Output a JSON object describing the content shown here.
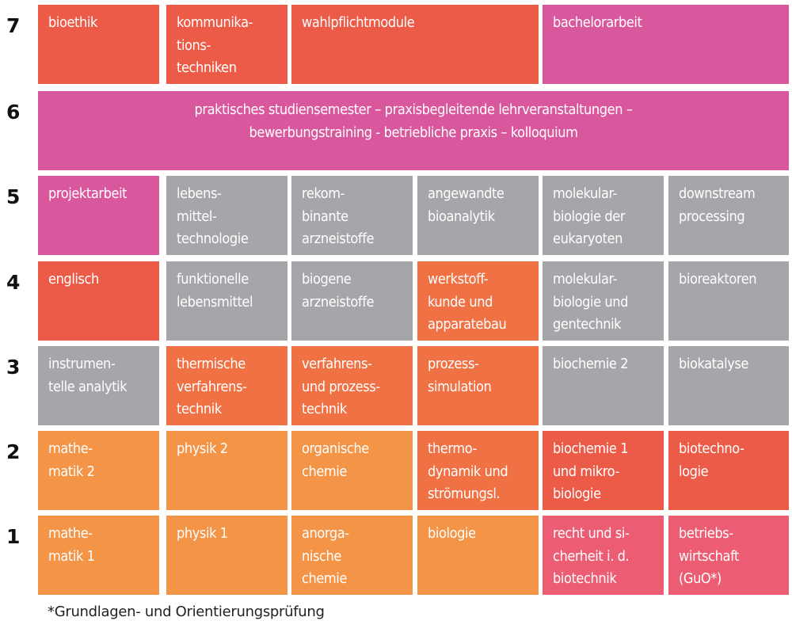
{
  "colors": {
    "red_orange": "#EC5B47",
    "magenta": "#D9589D",
    "gray": "#A5A6A9",
    "orange": "#EF7144",
    "light_orange": "#F49447",
    "pink_red": "#EC5C73"
  },
  "semesters": [
    {
      "label": "7",
      "modules": [
        {
          "text": "bioethik",
          "color": "red_orange",
          "col": 0,
          "span": 1
        },
        {
          "text": "kommunika-\ntions-\ntechniken",
          "color": "red_orange",
          "col": 1,
          "span": 1
        },
        {
          "text": "wahlpflichtmodule",
          "color": "red_orange",
          "col": 2,
          "span": 2
        },
        {
          "text": "bachelorarbeit",
          "color": "magenta",
          "col": 4,
          "span": 2
        }
      ]
    },
    {
      "label": "6",
      "modules": [
        {
          "text": "praktisches studiensemester – praxisbegleitende lehrveranstaltungen –\nbewerbungstraining - betriebliche praxis – kolloquium",
          "color": "magenta",
          "col": 0,
          "span": 6,
          "center": true
        }
      ]
    },
    {
      "label": "5",
      "modules": [
        {
          "text": "projektarbeit",
          "color": "magenta",
          "col": 0,
          "span": 1
        },
        {
          "text": "lebens-\nmittel-\ntechnologie",
          "color": "gray",
          "col": 1,
          "span": 1
        },
        {
          "text": "rekom-\nbinante\narzneistoffe",
          "color": "gray",
          "col": 2,
          "span": 1
        },
        {
          "text": "angewandte\nbioanalytik",
          "color": "gray",
          "col": 3,
          "span": 1
        },
        {
          "text": "molekular-\nbiologie der\neukaryoten",
          "color": "gray",
          "col": 4,
          "span": 1
        },
        {
          "text": "downstream\nprocessing",
          "color": "gray",
          "col": 5,
          "span": 1
        }
      ]
    },
    {
      "label": "4",
      "modules": [
        {
          "text": "englisch",
          "color": "red_orange",
          "col": 0,
          "span": 1
        },
        {
          "text": "funktionelle\nlebensmittel",
          "color": "gray",
          "col": 1,
          "span": 1
        },
        {
          "text": "biogene\narzneistoffe",
          "color": "gray",
          "col": 2,
          "span": 1
        },
        {
          "text": "werkstoff-\nkunde und\napparatebau",
          "color": "orange",
          "col": 3,
          "span": 1
        },
        {
          "text": "molekular-\nbiologie und\ngentechnik",
          "color": "gray",
          "col": 4,
          "span": 1
        },
        {
          "text": "bioreaktoren",
          "color": "gray",
          "col": 5,
          "span": 1
        }
      ]
    },
    {
      "label": "3",
      "modules": [
        {
          "text": "instrumen-\ntelle analytik",
          "color": "gray",
          "col": 0,
          "span": 1
        },
        {
          "text": "thermische\nverfahrens-\ntechnik",
          "color": "orange",
          "col": 1,
          "span": 1
        },
        {
          "text": "verfahrens-\nund prozess-\ntechnik",
          "color": "orange",
          "col": 2,
          "span": 1
        },
        {
          "text": "prozess-\nsimulation",
          "color": "orange",
          "col": 3,
          "span": 1
        },
        {
          "text": "biochemie 2",
          "color": "gray",
          "col": 4,
          "span": 1
        },
        {
          "text": "biokatalyse",
          "color": "gray",
          "col": 5,
          "span": 1
        }
      ]
    },
    {
      "label": "2",
      "modules": [
        {
          "text": "mathe-\nmatik 2",
          "color": "light_orange",
          "col": 0,
          "span": 1
        },
        {
          "text": "physik 2",
          "color": "light_orange",
          "col": 1,
          "span": 1
        },
        {
          "text": "organische\nchemie",
          "color": "light_orange",
          "col": 2,
          "span": 1
        },
        {
          "text": "thermo-\ndynamik und\nströmungsl.",
          "color": "orange",
          "col": 3,
          "span": 1
        },
        {
          "text": "biochemie 1\nund mikro-\nbiologie",
          "color": "red_orange",
          "col": 4,
          "span": 1
        },
        {
          "text": "biotechno-\nlogie",
          "color": "red_orange",
          "col": 5,
          "span": 1
        }
      ]
    },
    {
      "label": "1",
      "modules": [
        {
          "text": "mathe-\nmatik 1",
          "color": "light_orange",
          "col": 0,
          "span": 1
        },
        {
          "text": "physik 1",
          "color": "light_orange",
          "col": 1,
          "span": 1
        },
        {
          "text": "anorga-\nnische\nchemie",
          "color": "light_orange",
          "col": 2,
          "span": 1
        },
        {
          "text": "biologie",
          "color": "light_orange",
          "col": 3,
          "span": 1
        },
        {
          "text": "recht und si-\ncherheit i. d.\nbiotechnik",
          "color": "pink_red",
          "col": 4,
          "span": 1
        },
        {
          "text": "betriebs-\nwirtschaft\n(GuO*)",
          "color": "pink_red",
          "col": 5,
          "span": 1
        }
      ]
    }
  ],
  "footnote": "*Grundlagen- und Orientierungsprüfung"
}
